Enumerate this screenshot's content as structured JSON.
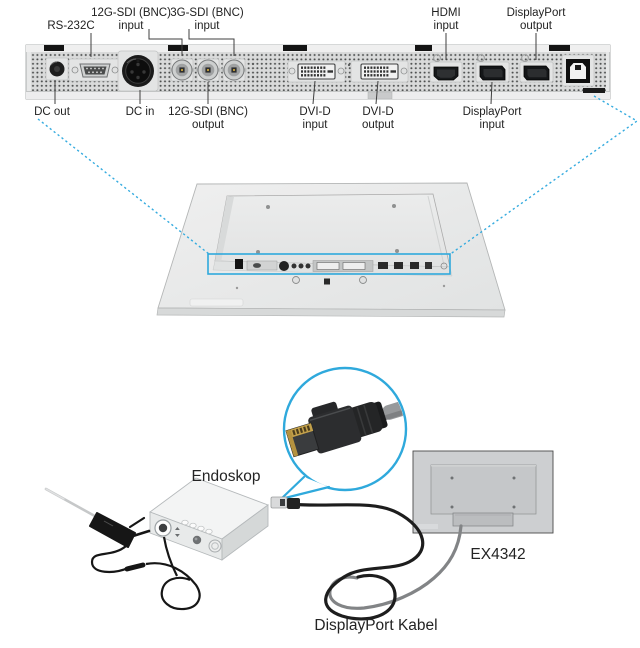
{
  "accent_color": "#2fa9dc",
  "rear_panel": {
    "top_labels": [
      {
        "line1": "RS-232C",
        "line2": ""
      },
      {
        "line1": "12G-SDI (BNC)",
        "line2": "input"
      },
      {
        "line1": "3G-SDI (BNC)",
        "line2": "input"
      },
      {
        "line1": "HDMI",
        "line2": "input"
      },
      {
        "line1": "DisplayPort",
        "line2": "output"
      }
    ],
    "bottom_labels": [
      {
        "line1": "DC out",
        "line2": ""
      },
      {
        "line1": "DC in",
        "line2": ""
      },
      {
        "line1": "12G-SDI (BNC)",
        "line2": "output"
      },
      {
        "line1": "DVI-D",
        "line2": "input"
      },
      {
        "line1": "DVI-D",
        "line2": "output"
      },
      {
        "line1": "DisplayPort",
        "line2": "input"
      }
    ]
  },
  "connection_diagram": {
    "source_device_label": "Endoskop",
    "monitor_model_label": "EX4342",
    "cable_label": "DisplayPort Kabel"
  }
}
